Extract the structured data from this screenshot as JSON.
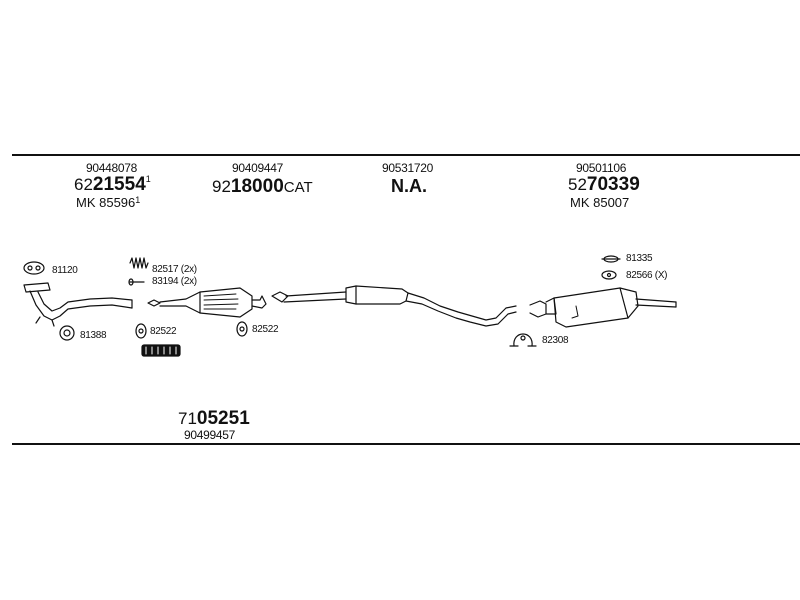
{
  "groups": [
    {
      "part_no": "90448078",
      "ref_prefix": "62",
      "ref_bold": "21554",
      "ref_sup": "1",
      "mk": "MK 85596",
      "mk_sup": "1"
    },
    {
      "part_no": "90409447",
      "ref_prefix": "92",
      "ref_bold": "18000",
      "ref_suffix": "CAT"
    },
    {
      "part_no": "90531720",
      "ref_text": "N.A."
    },
    {
      "part_no": "90501106",
      "ref_prefix": "52",
      "ref_bold": "70339",
      "mk": "MK 85007"
    }
  ],
  "bottom": {
    "ref_prefix": "71",
    "ref_bold": "05251",
    "part_no": "90499457"
  },
  "labels": {
    "gasket_81120": "81120",
    "ring_81388": "81388",
    "springs_82517": "82517 (2x)",
    "bolts_83194": "83194 (2x)",
    "gasket_82522_a": "82522",
    "gasket_82522_b": "82522",
    "clamp_82308": "82308",
    "hanger_81335": "81335",
    "rubber_82566": "82566 (X)"
  }
}
